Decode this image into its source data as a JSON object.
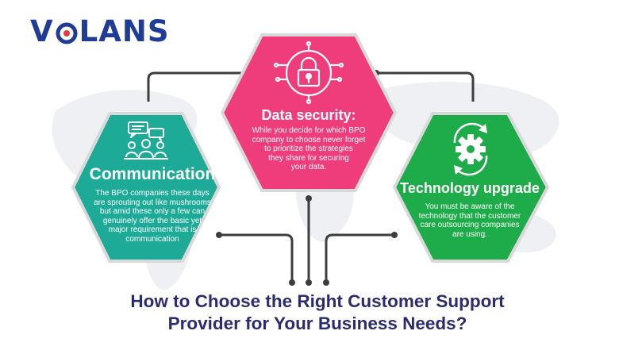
{
  "brand": {
    "logo_text": "VOLANS",
    "color": "#1f3c96"
  },
  "hexagons": [
    {
      "key": "communication",
      "title": "Communication",
      "description": "The BPO companies these days\nare sprouting out like mushrooms\nbut amid these only a few can\ngenuinely offer the basic yet\nmajor requirement that is\ncommunication",
      "icon": "chat-group-icon",
      "color": "#1daa97"
    },
    {
      "key": "data_security",
      "title": "Data security:",
      "description": "While you decide for which BPO\ncompany to choose never forget\nto prioritize the strategies\nthey share for securing\nyour data.",
      "icon": "padlock-circuit-icon",
      "color": "#ee3d7a"
    },
    {
      "key": "technology_upgrade",
      "title": "Technology upgrade",
      "description": "You must be aware of the\ntechnology that the customer\ncare  outsourcing companies\nare using.",
      "icon": "gear-cycle-icon",
      "color": "#1eab4a"
    }
  ],
  "headline": "How to Choose the Right Customer Support\nProvider for Your Business Needs?",
  "colors": {
    "connector": "#3d3d3d",
    "headline": "#2b2c6e",
    "hex_border": "#d9d9d9",
    "background_map": "#eef0f3"
  }
}
